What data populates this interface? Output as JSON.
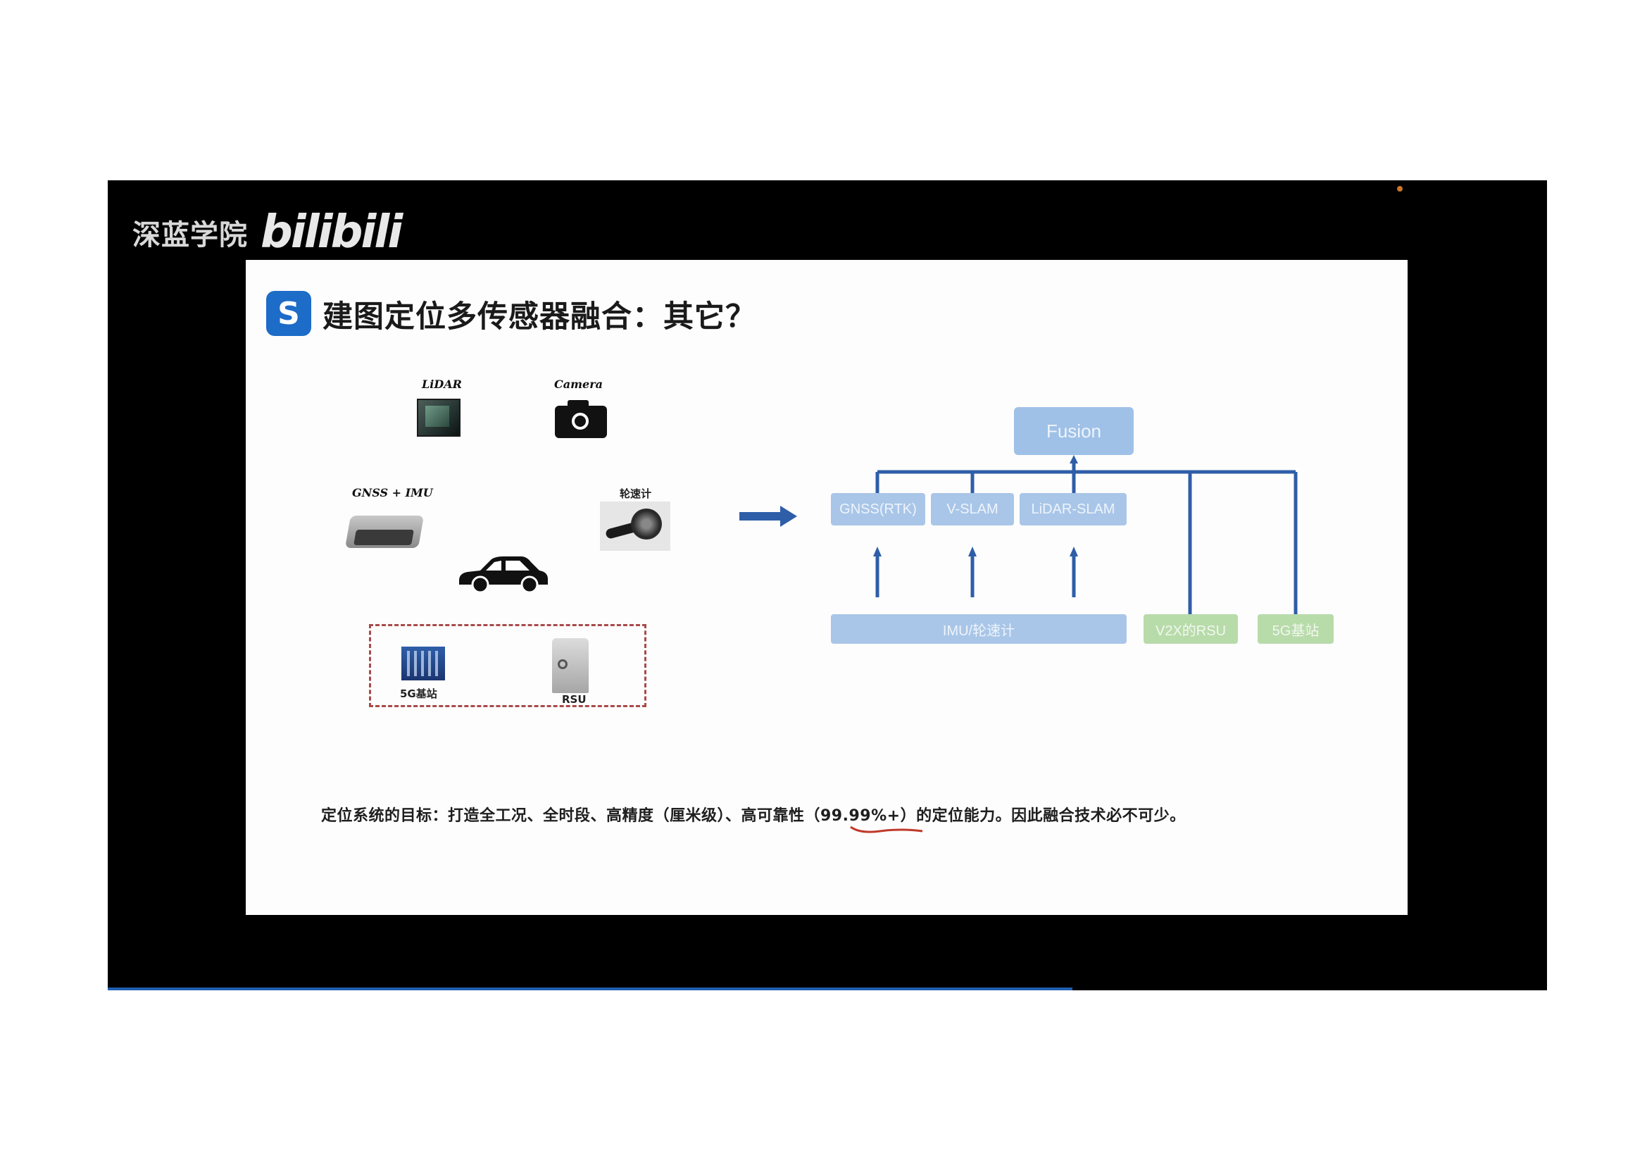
{
  "watermark": {
    "org": "深蓝学院",
    "platform": "bilibili"
  },
  "slide": {
    "logo_glyph": "S",
    "title": "建图定位多传感器融合：其它？",
    "sensors": {
      "lidar": "LiDAR",
      "camera": "Camera",
      "gnss_imu": "GNSS + IMU",
      "wheel": "轮速计",
      "station": "5G基站",
      "rsu": "RSU"
    },
    "diagram": {
      "fusion": "Fusion",
      "gnss_rtk": "GNSS(RTK)",
      "vslam": "V-SLAM",
      "lidar_slam": "LiDAR-SLAM",
      "imu_wheel": "IMU/轮速计",
      "v2x_rsu": "V2X的RSU",
      "g5_station": "5G基站"
    },
    "goal": "定位系统的目标：打造全工况、全时段、高精度（厘米级）、高可靠性（99.99%+）的定位能力。因此融合技术必不可少。"
  },
  "colors": {
    "frame": "#000000",
    "progress": "#1f5fb0",
    "box_blue": "#a9c6e8",
    "box_green": "#b8dbaa",
    "connector": "#2f5ea8",
    "annotation": "#c0392b"
  },
  "icons": [
    "lidar-sensor-icon",
    "camera-icon",
    "gnss-imu-icon",
    "wheel-encoder-icon",
    "car-icon",
    "5g-station-icon",
    "rsu-icon",
    "right-arrow-icon"
  ]
}
